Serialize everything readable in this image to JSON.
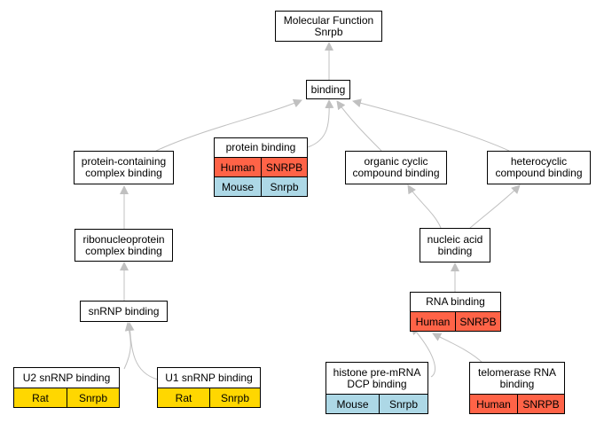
{
  "nodes": {
    "molecular_function": "Molecular Function\nSnrpb",
    "binding": "binding",
    "protein_binding": "protein binding",
    "protein_containing": "protein-containing\ncomplex binding",
    "organic_cyclic": "organic cyclic\ncompound binding",
    "heterocyclic": "heterocyclic\ncompound binding",
    "ribonucleoprotein": "ribonucleoprotein\ncomplex binding",
    "nucleic_acid": "nucleic acid\nbinding",
    "snrnp": "snRNP binding",
    "rna_binding": "RNA binding",
    "u2_snrnp": "U2 snRNP binding",
    "u1_snrnp": "U1 snRNP binding",
    "histone": "histone pre-mRNA\nDCP binding",
    "telomerase": "telomerase RNA\nbinding"
  },
  "orthologs": {
    "protein_binding": [
      [
        "Human",
        "SNRPB"
      ],
      [
        "Mouse",
        "Snrpb"
      ]
    ],
    "rna_binding": [
      [
        "Human",
        "SNRPB"
      ]
    ],
    "u2_snrnp": [
      [
        "Rat",
        "Snrpb"
      ]
    ],
    "u1_snrnp": [
      [
        "Rat",
        "Snrpb"
      ]
    ],
    "histone": [
      [
        "Mouse",
        "Snrpb"
      ]
    ],
    "telomerase": [
      [
        "Human",
        "SNRPB"
      ]
    ]
  },
  "colors": {
    "human": "#ff6347",
    "mouse": "#add8e6",
    "rat": "#ffd700",
    "edge": "#c0c0c0"
  }
}
